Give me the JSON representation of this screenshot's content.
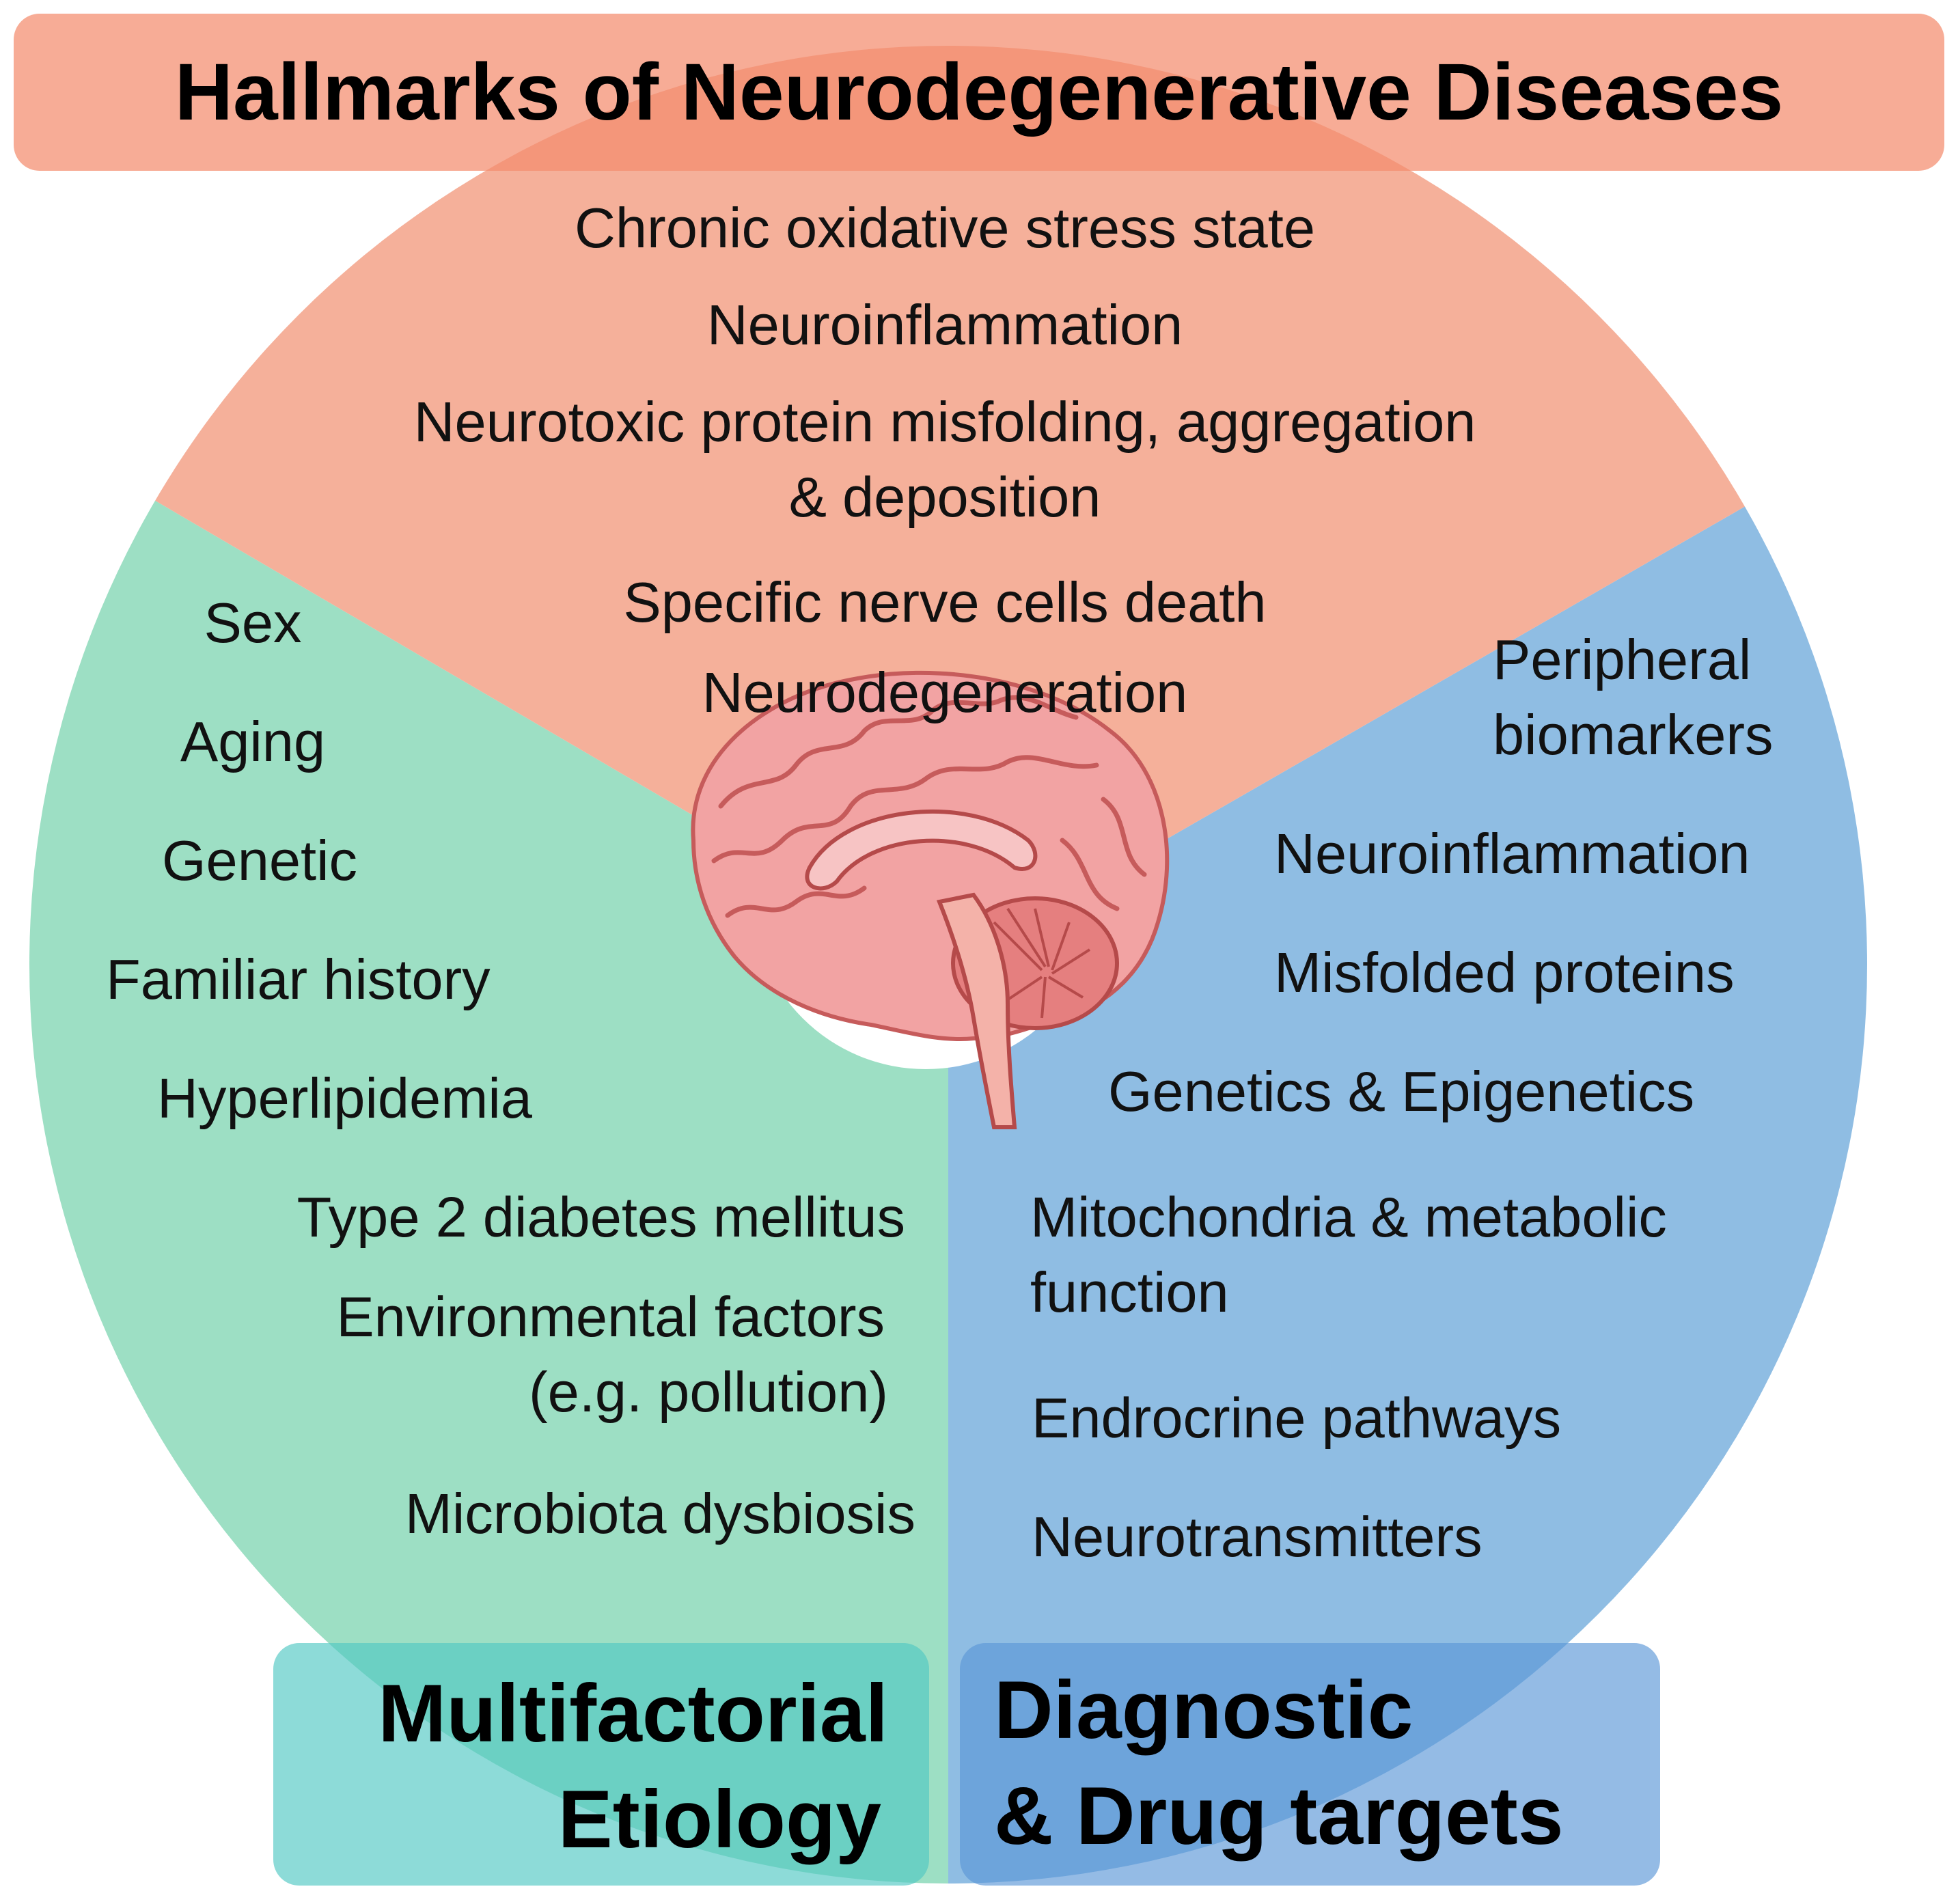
{
  "title": "Hallmarks of Neurodegenerative Diseases",
  "colors": {
    "hallmarks_sector": "#f5b09a",
    "title_box": "#f4a088",
    "etiology_sector": "#9ddfc4",
    "etiology_box": "#6ccfc3",
    "targets_sector": "#8fbde3",
    "targets_box": "#6aa9dc",
    "brain": "#e98b8b"
  },
  "icons": {
    "center_image": "brain-sagittal-icon"
  },
  "hallmarks": [
    "Chronic oxidative stress state",
    "Neuroinflammation",
    "Neurotoxic protein misfolding, aggregation",
    "& deposition",
    "Specific nerve cells death",
    "Neurodegeneration"
  ],
  "etiology": {
    "label_line1": "Multifactorial",
    "label_line2": "Etiology",
    "items": [
      "Sex",
      "Aging",
      "Genetic",
      "Familiar history",
      "Hyperlipidemia",
      "Type 2 diabetes mellitus",
      "Environmental factors",
      "(e.g. pollution)",
      "Microbiota dysbiosis"
    ]
  },
  "targets": {
    "label_line1": "Diagnostic",
    "label_line2": "& Drug targets",
    "items": [
      "Peripheral",
      "biomarkers",
      "Neuroinflammation",
      "Misfolded proteins",
      "Genetics & Epigenetics",
      "Mitochondria & metabolic",
      "function",
      "Endrocrine pathways",
      "Neurotransmitters"
    ]
  }
}
